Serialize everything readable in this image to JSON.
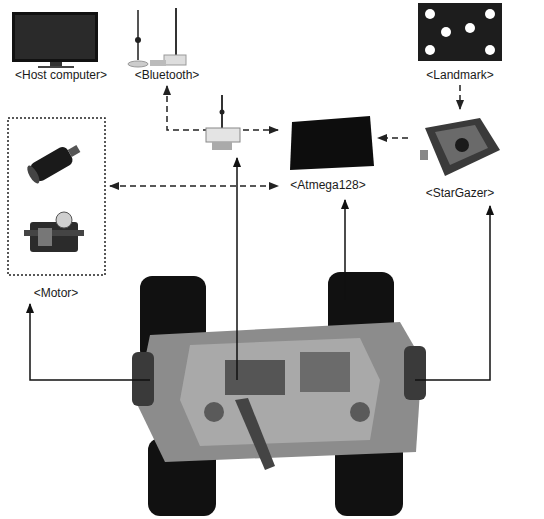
{
  "diagram": {
    "nodes": [
      {
        "text": [
          "<Host computer>"
        ]
      },
      {
        "text": [
          "<Bluetooth>"
        ]
      },
      {
        "text": [
          "<Landmark>"
        ]
      },
      {
        "text": [
          "<StarGazer>"
        ]
      },
      {
        "text": [
          "<Atmega128>"
        ]
      },
      {
        "text": [
          "<Motor>"
        ]
      }
    ],
    "edges": [
      {
        "from": 1,
        "to": 4,
        "arrow": "both"
      },
      {
        "from": 2,
        "to": 3,
        "arrow": "to"
      },
      {
        "from": 3,
        "to": 4,
        "arrow": "to"
      },
      {
        "from": 5,
        "to": 4,
        "arrow": "both"
      }
    ]
  }
}
